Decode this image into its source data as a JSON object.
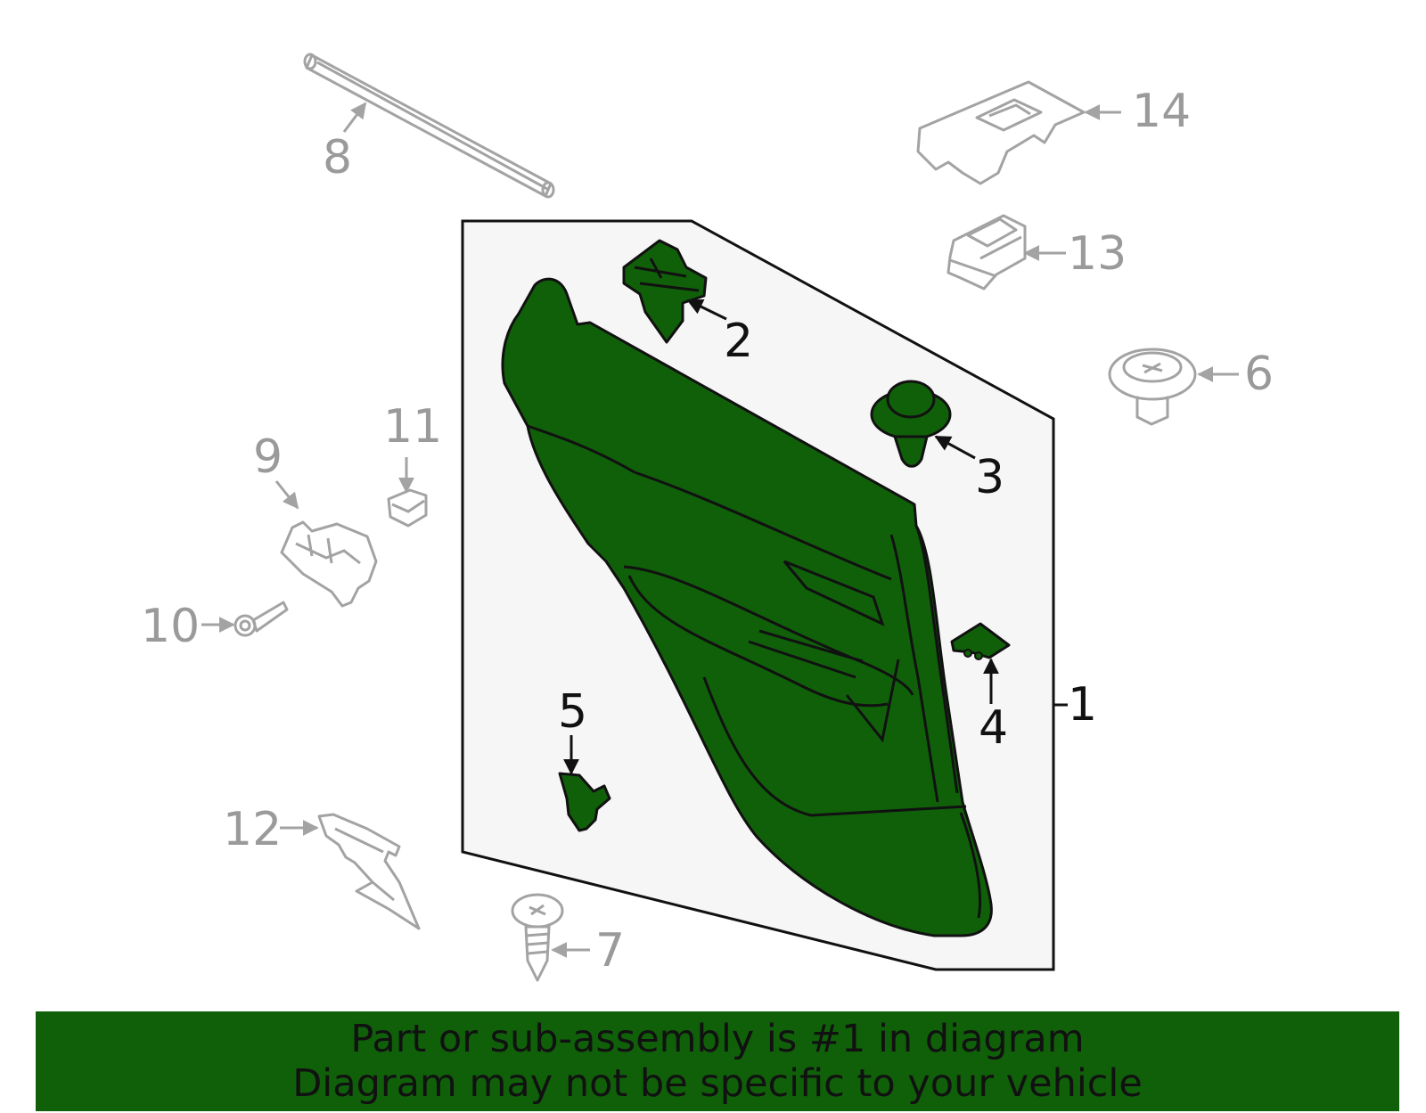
{
  "colors": {
    "highlight_green": "#10600a",
    "panel_bg": "#f6f6f6",
    "outline_dark": "#111111",
    "other_parts_grey": "#a3a3a3",
    "banner_green": "#10600a"
  },
  "callouts": {
    "c1": "1",
    "c2": "2",
    "c3": "3",
    "c4": "4",
    "c5": "5",
    "c6": "6",
    "c7": "7",
    "c8": "8",
    "c9": "9",
    "c10": "10",
    "c11": "11",
    "c12": "12",
    "c13": "13",
    "c14": "14"
  },
  "banner": {
    "line1": "Part or sub-assembly is #1 in diagram",
    "line2": "Diagram may not be specific to your vehicle"
  }
}
